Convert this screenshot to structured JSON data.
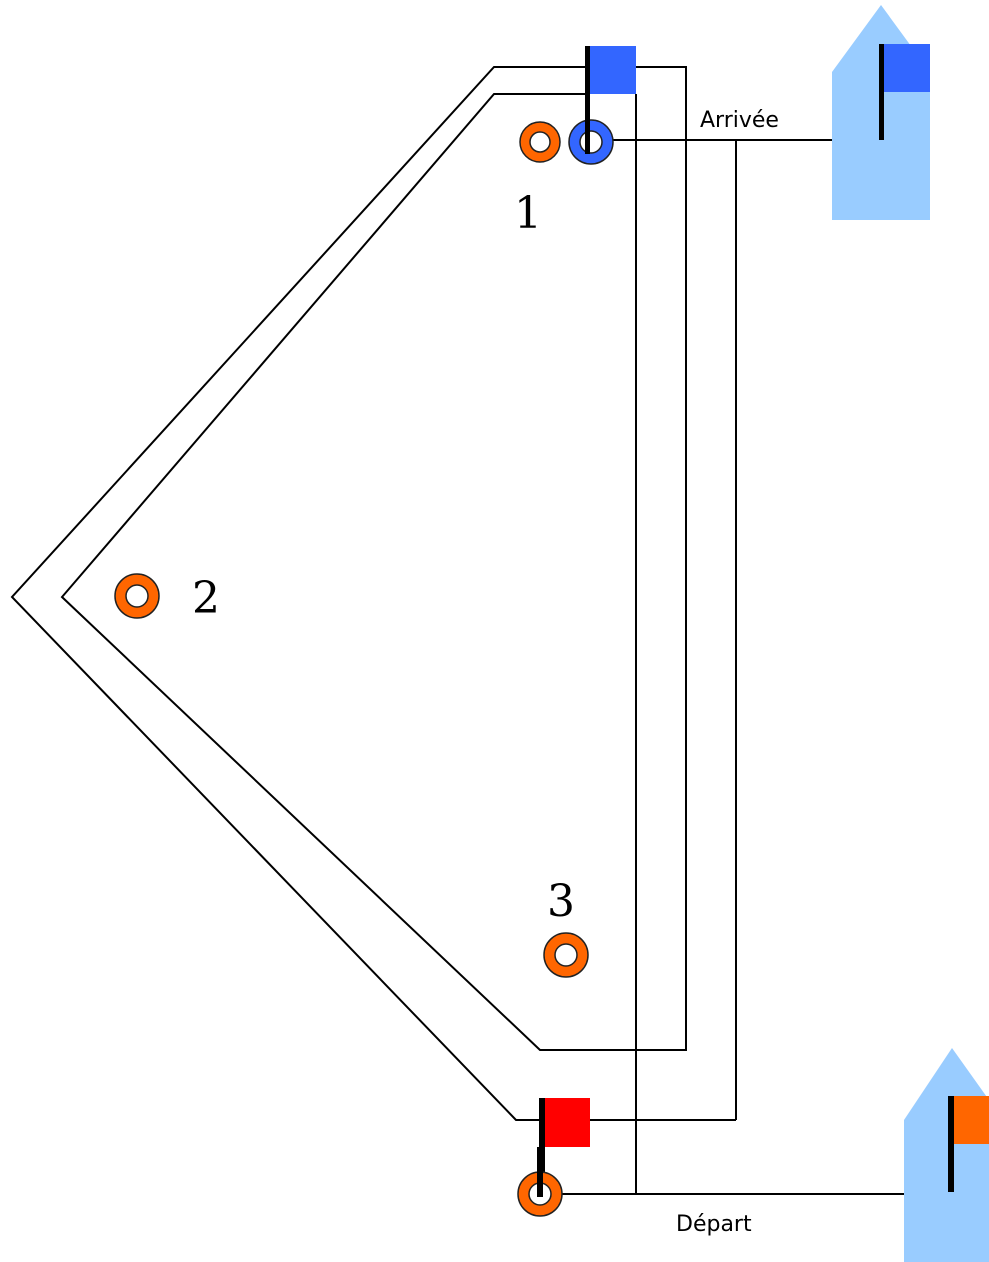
{
  "diagram": {
    "labels": {
      "finish": "Arrivée",
      "start": "Départ"
    },
    "marks": [
      {
        "id": "mark-1",
        "label": "1"
      },
      {
        "id": "mark-2",
        "label": "2"
      },
      {
        "id": "mark-3",
        "label": "3"
      }
    ],
    "colors": {
      "buoy_orange": "#ff6600",
      "buoy_blue": "#3366ff",
      "flag_blue": "#3366ff",
      "flag_red": "#ff0000",
      "flag_orange": "#ff6600",
      "boat": "#99ccff",
      "line": "#000000"
    },
    "icons": {
      "buoy": "buoy-icon",
      "flag": "flag-icon",
      "boat": "committee-boat-icon"
    }
  }
}
